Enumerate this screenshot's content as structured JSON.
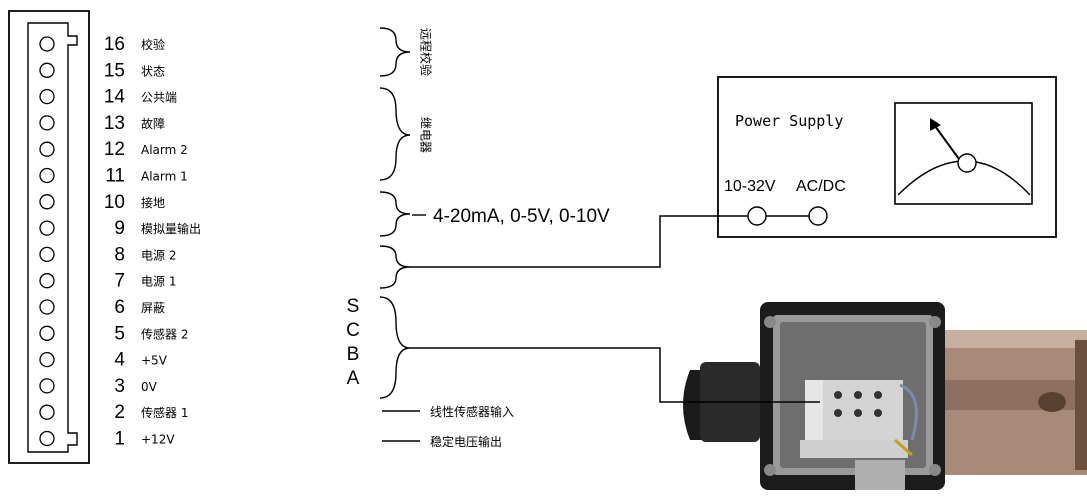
{
  "terminal_block": {
    "pins": [
      {
        "num": "16",
        "label": "校验"
      },
      {
        "num": "15",
        "label": "状态"
      },
      {
        "num": "14",
        "label": "公共端"
      },
      {
        "num": "13",
        "label": "故障"
      },
      {
        "num": "12",
        "label": "Alarm 2"
      },
      {
        "num": "11",
        "label": "Alarm 1"
      },
      {
        "num": "10",
        "label": "接地"
      },
      {
        "num": "9",
        "label": "模拟量输出"
      },
      {
        "num": "8",
        "label": "电源 2"
      },
      {
        "num": "7",
        "label": "电源 1"
      },
      {
        "num": "6",
        "label": "屏蔽"
      },
      {
        "num": "5",
        "label": "传感器 2"
      },
      {
        "num": "4",
        "label": "+5V"
      },
      {
        "num": "3",
        "label": "0V"
      },
      {
        "num": "2",
        "label": "传感器 1"
      },
      {
        "num": "1",
        "label": "+12V"
      }
    ]
  },
  "groups": {
    "remote_check": "远程校验",
    "relay": "继电器",
    "analog_output": "4-20mA, 0-5V, 0-10V"
  },
  "sensor_letters": [
    "S",
    "C",
    "B",
    "A"
  ],
  "sensor_notes": {
    "linear_input": "线性传感器输入",
    "regulated_output": "稳定电压输出"
  },
  "power_supply": {
    "title": "Power Supply",
    "voltage": "10-32V",
    "type": "AC/DC"
  },
  "colors": {
    "line": "#000000",
    "background": "#ffffff",
    "housing": "#1c1c1c",
    "cylinder": "#a88a78"
  }
}
